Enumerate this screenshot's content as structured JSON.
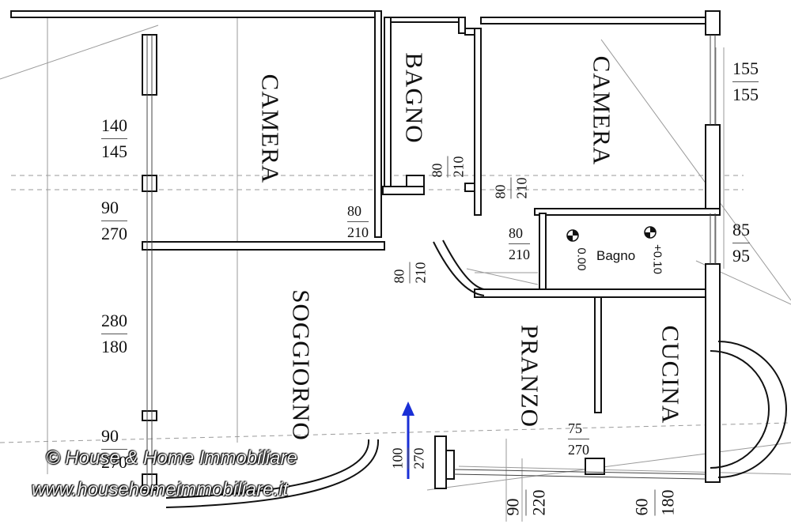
{
  "rooms": {
    "camera_left": "CAMERA",
    "bagno_top": "BAGNO",
    "camera_right": "CAMERA",
    "bagno_small": "Bagno",
    "soggiorno": "SOGGIORNO",
    "pranzo": "PRANZO",
    "cucina": "CUCINA"
  },
  "levels": {
    "left": "0.00",
    "right": "+0.10"
  },
  "dimensions": {
    "left_window_1": {
      "top": "140",
      "bottom": "145"
    },
    "left_window_2": {
      "top": "90",
      "bottom": "270"
    },
    "left_window_3": {
      "top": "280",
      "bottom": "180"
    },
    "left_window_4": {
      "top": "90",
      "bottom": "270"
    },
    "right_window_1": {
      "top": "155",
      "bottom": "155"
    },
    "right_window_2": {
      "top": "85",
      "bottom": "95"
    },
    "door_camera_left": {
      "top": "80",
      "bottom": "210"
    },
    "door_bagno_top": {
      "top": "80",
      "bottom": "210"
    },
    "door_camera_right": {
      "top": "80",
      "bottom": "210"
    },
    "door_bagno_small": {
      "top": "80",
      "bottom": "210"
    },
    "door_soggiorno": {
      "top": "80",
      "bottom": "210"
    },
    "entrance": {
      "top": "100",
      "bottom": "270"
    },
    "pranzo_opening": {
      "top": "75",
      "bottom": "270"
    },
    "bottom_window_1": {
      "top": "90",
      "bottom": "220"
    },
    "bottom_window_2": {
      "top": "60",
      "bottom": "180"
    }
  },
  "watermark": {
    "line1": "© House & Home Immobiliare",
    "line2": "www.househomeimmobiliare.it"
  },
  "colors": {
    "wall": "#111111",
    "arrow": "#1a2fd6",
    "guide": "#9a9a9a"
  }
}
